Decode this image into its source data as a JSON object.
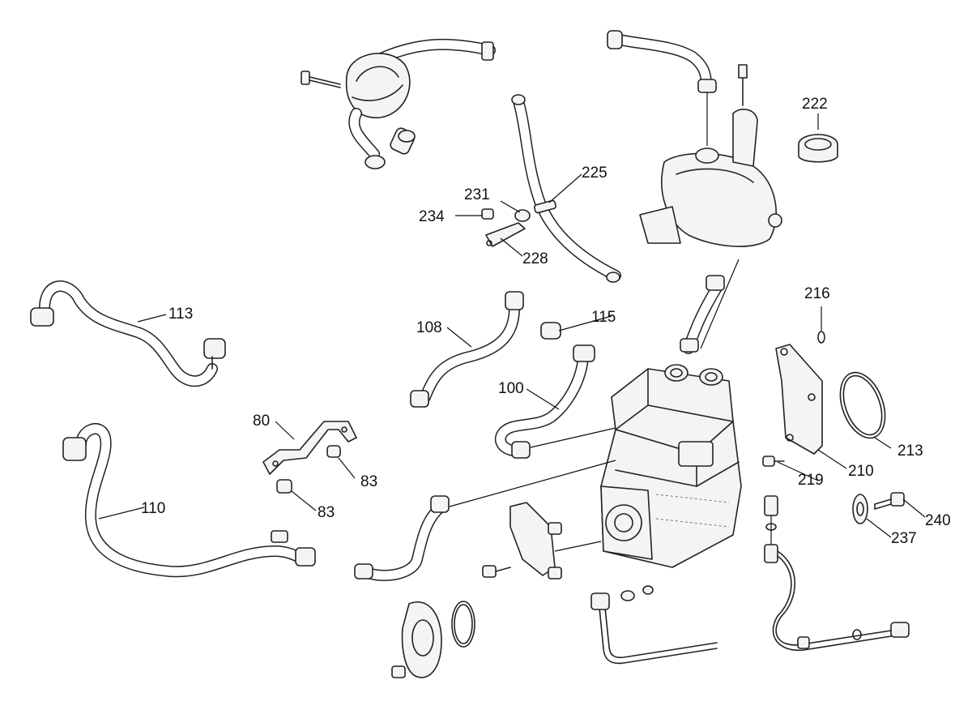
{
  "labels": {
    "l222": "222",
    "l225": "225",
    "l231": "231",
    "l234": "234",
    "l228": "228",
    "l113": "113",
    "l108": "108",
    "l115": "115",
    "l216": "216",
    "l100": "100",
    "l80": "80",
    "l83a": "83",
    "l83b": "83",
    "l110": "110",
    "l213": "213",
    "l210": "210",
    "l219": "219",
    "l240": "240",
    "l237": "237"
  }
}
